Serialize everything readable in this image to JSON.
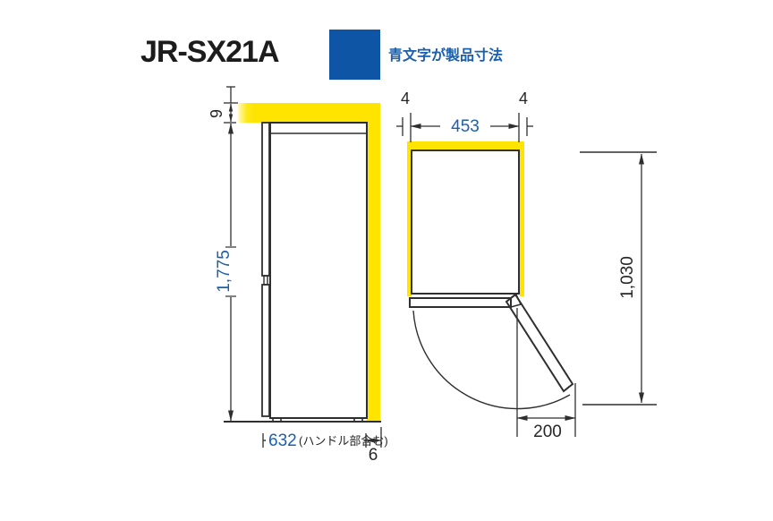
{
  "title": "JR-SX21A",
  "legend": {
    "label": "青文字が製品寸法"
  },
  "colors": {
    "highlight_yellow": "#ffe400",
    "legend_blue": "#0e56a5",
    "dimension_blue": "#1b5fad",
    "line_dark": "#2f2f2f"
  },
  "side_view": {
    "top_clearance_mm": "9",
    "height_mm": "1,775",
    "depth_mm": "632",
    "depth_note": "(ハンドル部含む)",
    "back_clearance_mm": "6"
  },
  "top_view": {
    "left_clearance_mm": "4",
    "right_clearance_mm": "4",
    "width_mm": "453",
    "door_protrusion_mm": "200",
    "depth_door_open_mm": "1,030"
  }
}
